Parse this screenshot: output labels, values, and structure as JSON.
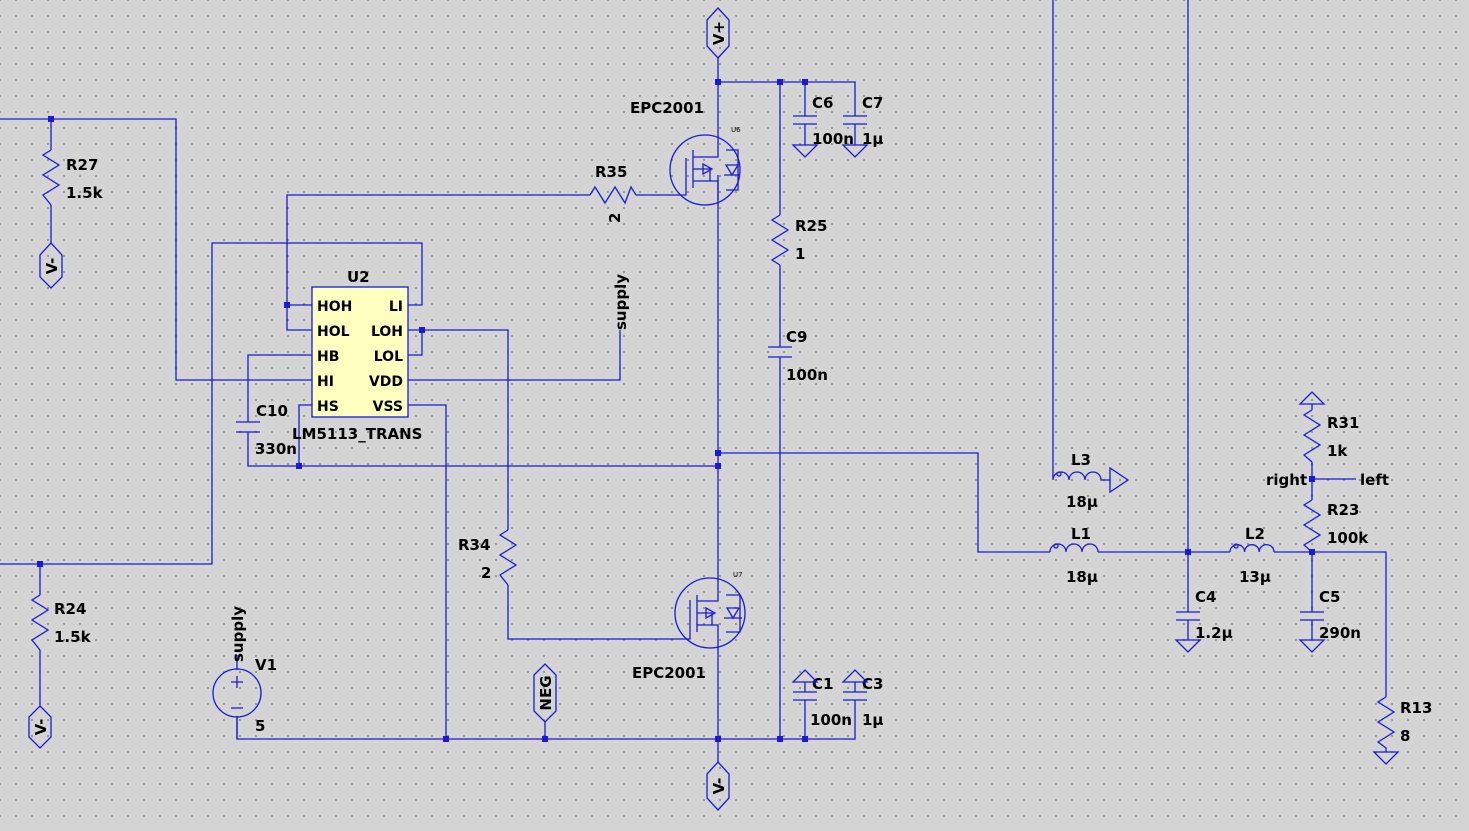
{
  "colors": {
    "wire": "#1a1ad8",
    "background": "#d4d4d4",
    "grid_dot": "#8e8e8e",
    "ic_fill": "#ffffc0",
    "text": "#000000"
  },
  "components": {
    "r27": {
      "name": "R27",
      "value": "1.5k"
    },
    "r24": {
      "name": "R24",
      "value": "1.5k"
    },
    "r35": {
      "name": "R35",
      "value": "2"
    },
    "r34": {
      "name": "R34",
      "value": "2"
    },
    "r25": {
      "name": "R25",
      "value": "1"
    },
    "r31": {
      "name": "R31",
      "value": "1k"
    },
    "r23": {
      "name": "R23",
      "value": "100k"
    },
    "r13": {
      "name": "R13",
      "value": "8"
    },
    "c6": {
      "name": "C6",
      "value": "100n"
    },
    "c7": {
      "name": "C7",
      "value": "1µ"
    },
    "c9": {
      "name": "C9",
      "value": "100n"
    },
    "c10": {
      "name": "C10",
      "value": "330n"
    },
    "c1": {
      "name": "C1",
      "value": "100n"
    },
    "c3": {
      "name": "C3",
      "value": "1µ"
    },
    "c4": {
      "name": "C4",
      "value": "1.2µ"
    },
    "c5": {
      "name": "C5",
      "value": "290n"
    },
    "l1": {
      "name": "L1",
      "value": "18µ"
    },
    "l2": {
      "name": "L2",
      "value": "13µ"
    },
    "l3": {
      "name": "L3",
      "value": "18µ"
    },
    "v1": {
      "name": "V1",
      "value": "5",
      "net": "supply"
    },
    "u2": {
      "name": "U2",
      "part": "LM5113_TRANS",
      "pins_left": [
        "HOH",
        "HOL",
        "HB",
        "HI",
        "HS"
      ],
      "pins_right": [
        "LI",
        "LOH",
        "LOL",
        "VDD",
        "VSS"
      ]
    },
    "q_top": {
      "part": "EPC2001",
      "ref": "U6"
    },
    "q_bottom": {
      "part": "EPC2001",
      "ref": "U7"
    }
  },
  "net_labels": {
    "vplus": "V+",
    "vminus": "V-",
    "neg": "NEG",
    "supply": "supply",
    "right": "right",
    "left": "left"
  }
}
